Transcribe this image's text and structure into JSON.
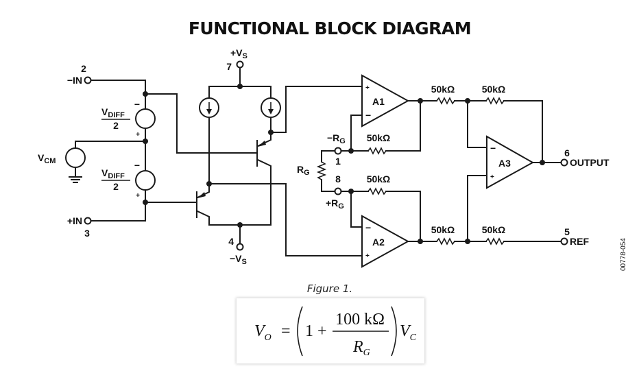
{
  "title": "FUNCTIONAL BLOCK DIAGRAM",
  "caption": "Figure 1.",
  "doc_id": "00778-054",
  "pins": {
    "neg_in": {
      "number": "2",
      "label": "−IN"
    },
    "pos_in": {
      "number": "3",
      "label": "+IN"
    },
    "pos_supply": {
      "number": "7",
      "label": "+V",
      "sub": "S"
    },
    "neg_supply": {
      "number": "4",
      "label": "−V",
      "sub": "S"
    },
    "neg_rg": {
      "number": "1",
      "label": "−R",
      "sub": "G"
    },
    "pos_rg": {
      "number": "8",
      "label": "+R",
      "sub": "G"
    },
    "output": {
      "number": "6",
      "label": "OUTPUT"
    },
    "ref": {
      "number": "5",
      "label": "REF"
    }
  },
  "sources": {
    "vdiff_top": {
      "num": "V",
      "num_sub": "DIFF",
      "den": "2",
      "minus": "−",
      "plus": "+"
    },
    "vdiff_bottom": {
      "num": "V",
      "num_sub": "DIFF",
      "den": "2",
      "minus": "−",
      "plus": "+"
    },
    "vcm": {
      "label": "V",
      "sub": "CM"
    }
  },
  "gain_resistor": {
    "label": "R",
    "sub": "G"
  },
  "amplifiers": {
    "a1": {
      "label": "A1",
      "plus": "+",
      "minus": "−"
    },
    "a2": {
      "label": "A2",
      "plus": "+",
      "minus": "−"
    },
    "a3": {
      "label": "A3",
      "plus": "+",
      "minus": "−"
    }
  },
  "resistors": {
    "a1_feedback": "50kΩ",
    "a2_feedback": "50kΩ",
    "a1_to_a3": "50kΩ",
    "a3_feedback": "50kΩ",
    "a2_to_a3": "50kΩ",
    "ref_resistor": "50kΩ"
  },
  "formula": {
    "lhs": "V",
    "lhs_sub": "O",
    "equals": "=",
    "one_plus": "1 +",
    "numerator": "100 kΩ",
    "denominator": "R",
    "denominator_sub": "G",
    "rhs": "V",
    "rhs_sub": "C"
  }
}
